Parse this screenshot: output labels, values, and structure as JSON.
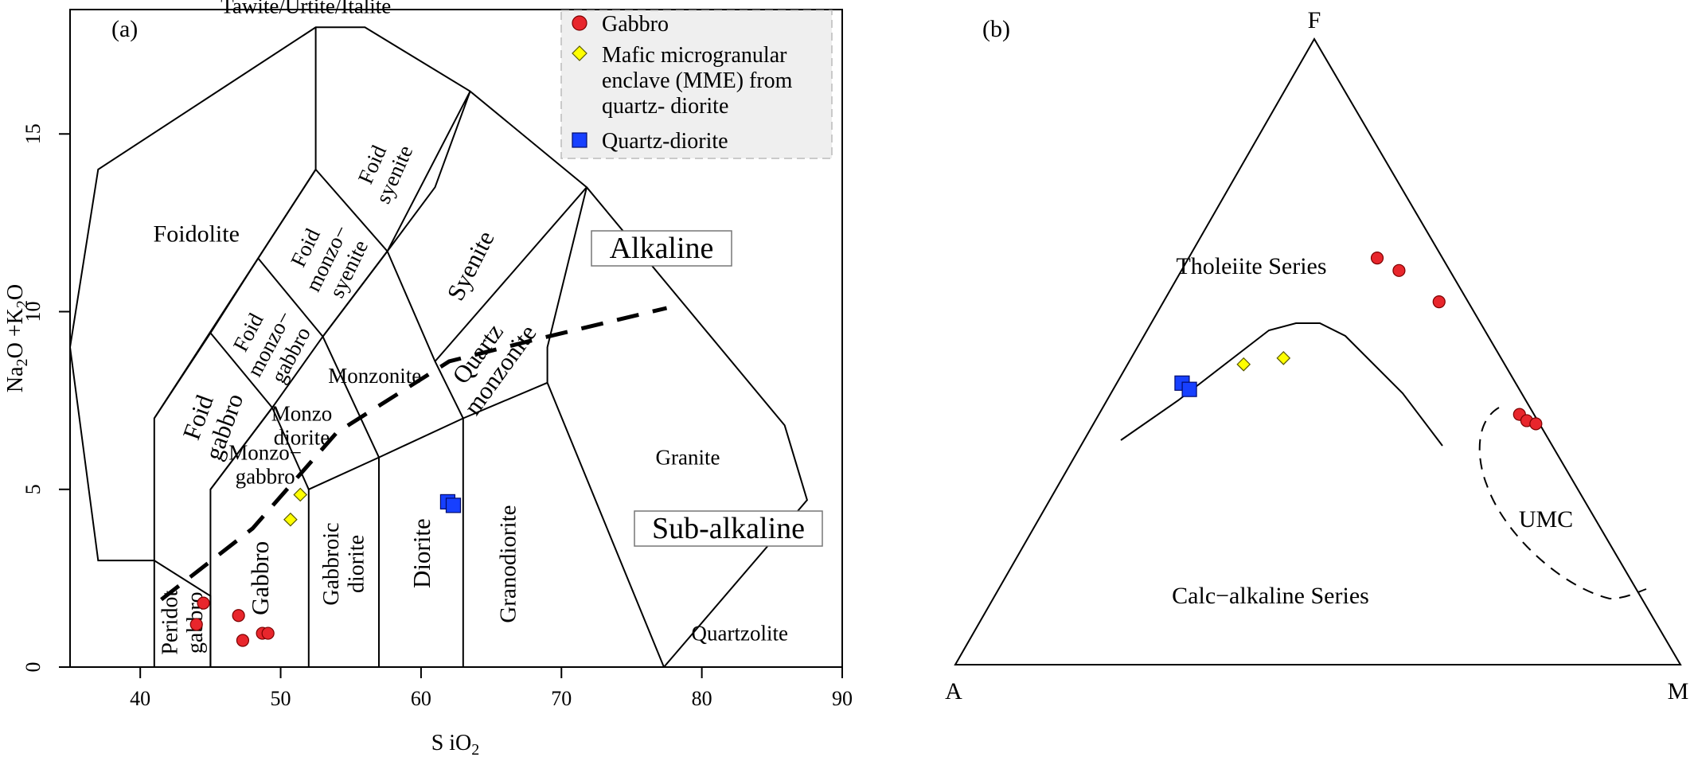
{
  "chart_data": [
    {
      "type": "scatter",
      "panel_label": "(a)",
      "xlabel": {
        "main": "S iO",
        "sub": "2"
      },
      "ylabel": {
        "p1": "Na",
        "s1": "2",
        "p2": "O +K",
        "s2": "2",
        "p3": "O"
      },
      "xlim": [
        35,
        90
      ],
      "ylim": [
        0,
        18.5
      ],
      "x_ticks": [
        40,
        50,
        60,
        70,
        80,
        90
      ],
      "y_ticks": [
        0,
        5,
        10,
        15
      ],
      "grid": false,
      "legend_position": "top-right",
      "field_names": [
        "Tawite/Urtite/Italite",
        "Foidolite",
        "Foid syenite",
        "Foid monzo- syenite",
        "Foid monzo- gabbro",
        "Foid gabbro",
        "Syenite",
        "Monzonite",
        "Quartz monzonite",
        "Monzo diorite",
        "Monzo- gabbro",
        "Gabbro",
        "Peridot gabbro",
        "Gabbroic diorite",
        "Diorite",
        "Granodiorite",
        "Granite",
        "Quartzolite"
      ],
      "series_labels": [
        "Alkaline",
        "Sub-alkaline"
      ],
      "series": [
        {
          "name": "Gabbro",
          "color": "#e8262c",
          "marker": "circle",
          "points": [
            [
              44.0,
              1.2
            ],
            [
              44.5,
              1.8
            ],
            [
              47.0,
              1.45
            ],
            [
              47.3,
              0.75
            ],
            [
              48.7,
              0.95
            ],
            [
              49.1,
              0.95
            ]
          ]
        },
        {
          "name": "Mafic microgranular enclave (MME) from quartz- diorite",
          "name_lines": [
            "Mafic microgranular",
            "enclave (MME) from",
            "quartz- diorite"
          ],
          "color": "#ffff00",
          "marker": "diamond",
          "points": [
            [
              50.7,
              4.15
            ],
            [
              51.4,
              4.85
            ]
          ]
        },
        {
          "name": "Quartz-diorite",
          "color": "#1740ff",
          "marker": "square",
          "points": [
            [
              61.9,
              4.65
            ],
            [
              62.3,
              4.55
            ]
          ]
        }
      ]
    },
    {
      "type": "scatter",
      "subtype": "ternary",
      "panel_label": "(b)",
      "vertices": [
        "A",
        "F",
        "M"
      ],
      "field_labels": [
        "Tholeiite Series",
        "Calc−alkaline Series",
        "UMC"
      ],
      "series": [
        {
          "name": "Gabbro",
          "color": "#e8262c",
          "marker": "circle",
          "points": [
            [
              0.09,
              0.65,
              0.26
            ],
            [
              0.07,
              0.63,
              0.3
            ],
            [
              0.04,
              0.58,
              0.38
            ],
            [
              0.02,
              0.4,
              0.58
            ],
            [
              0.015,
              0.39,
              0.595
            ],
            [
              0.005,
              0.385,
              0.61
            ]
          ]
        },
        {
          "name": "Mafic microgranular enclave (MME) from quartz- diorite",
          "color": "#ffff00",
          "marker": "diamond",
          "points": [
            [
              0.36,
              0.48,
              0.16
            ],
            [
              0.3,
              0.49,
              0.21
            ]
          ]
        },
        {
          "name": "Quartz-diorite",
          "color": "#1740ff",
          "marker": "square",
          "points": [
            [
              0.46,
              0.45,
              0.09
            ],
            [
              0.455,
              0.44,
              0.105
            ]
          ]
        }
      ]
    }
  ]
}
